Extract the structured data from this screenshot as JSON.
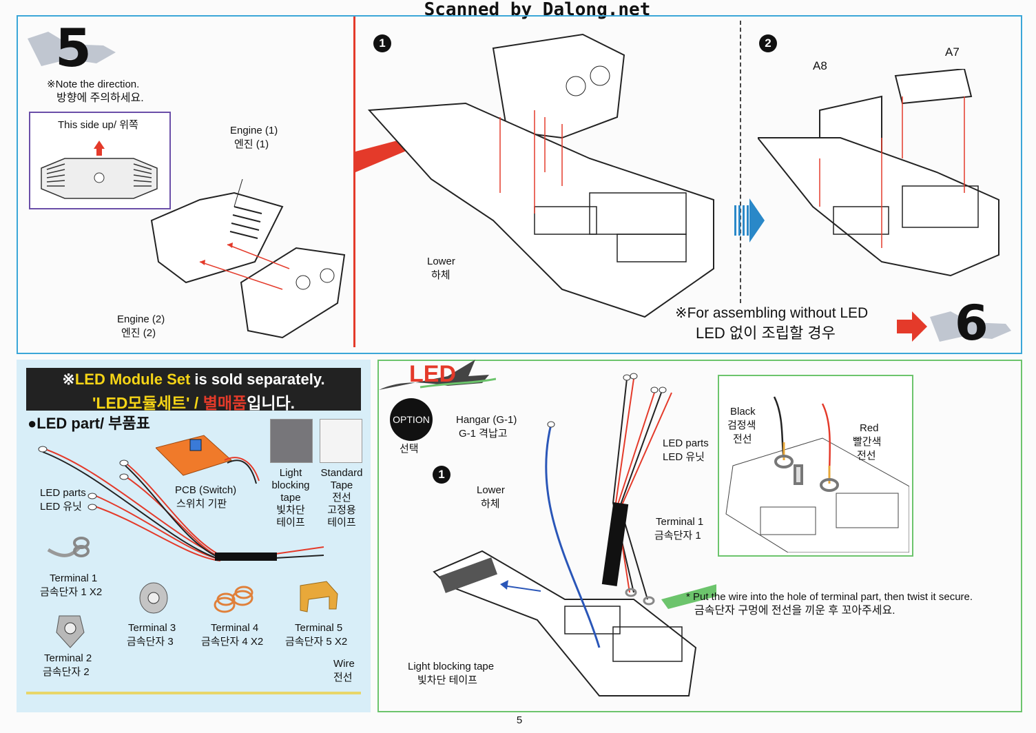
{
  "header": {
    "scan_credit": "Scanned by Dalong.net"
  },
  "step5": {
    "number": "5",
    "note_en": "※Note the direction.",
    "note_ko": "방향에 주의하세요.",
    "side_up_label": "This side up/ 위쪽",
    "engine1_en": "Engine (1)",
    "engine1_ko": "엔진 (1)",
    "engine2_en": "Engine (2)",
    "engine2_ko": "엔진 (2)"
  },
  "substep1": {
    "marker": "1",
    "lower_en": "Lower",
    "lower_ko": "하체"
  },
  "substep2": {
    "marker": "2",
    "part_a8": "A8",
    "part_a7": "A7",
    "no_led_en": "※For assembling without LED",
    "no_led_ko": "LED 없이 조립할 경우",
    "next_step": "6"
  },
  "parts": {
    "banner_prefix": "※",
    "banner_highlight": "LED Module Set",
    "banner_rest": " is sold separately.",
    "banner_ko_highlight": "'LED모듈세트'",
    "banner_ko_sep": " / ",
    "banner_ko_red": "별매품",
    "banner_ko_rest": "입니다.",
    "list_title": "●LED part/ 부품표",
    "led_parts_en": "LED parts",
    "led_parts_ko": "LED 유닛",
    "pcb_en": "PCB (Switch)",
    "pcb_ko": "스위치 기판",
    "light_tape_en1": "Light",
    "light_tape_en2": "blocking",
    "light_tape_en3": "tape",
    "light_tape_ko1": "빛차단",
    "light_tape_ko2": "테이프",
    "std_tape_en1": "Standard",
    "std_tape_en2": "Tape",
    "std_tape_ko1": "전선",
    "std_tape_ko2": "고정용",
    "std_tape_ko3": "테이프",
    "terminal1_en": "Terminal 1",
    "terminal1_ko": "금속단자 1 X2",
    "terminal2_en": "Terminal 2",
    "terminal2_ko": "금속단자 2",
    "terminal3_en": "Terminal 3",
    "terminal3_ko": "금속단자 3",
    "terminal4_en": "Terminal 4",
    "terminal4_ko": "금속단자 4 X2",
    "terminal5_en": "Terminal 5",
    "terminal5_ko": "금속단자 5 X2",
    "wire_en": "Wire",
    "wire_ko": "전선"
  },
  "led_section": {
    "logo": "LED",
    "option_en": "OPTION",
    "option_ko": "선택",
    "marker": "1",
    "hangar_en": "Hangar (G-1)",
    "hangar_ko": "G-1 격납고",
    "led_parts_en": "LED parts",
    "led_parts_ko": "LED 유닛",
    "lower_en": "Lower",
    "lower_ko": "하체",
    "terminal1_en": "Terminal 1",
    "terminal1_ko": "금속단자 1",
    "black_en": "Black",
    "black_ko1": "검정색",
    "black_ko2": "전선",
    "red_en": "Red",
    "red_ko1": "빨간색",
    "red_ko2": "전선",
    "twist_en": "* Put the wire into the hole of terminal part, then twist it secure.",
    "twist_ko": "금속단자 구멍에 전선을 끼운 후 꼬아주세요.",
    "light_tape_en": "Light blocking tape",
    "light_tape_ko": "빛차단 테이프"
  },
  "footer": {
    "page_number": "5"
  },
  "colors": {
    "accent_blue": "#3aa6d8",
    "accent_green": "#6cc46c",
    "accent_red": "#e43a2a",
    "banner_yellow": "#f5d416",
    "panel_blue": "#d8eef8",
    "frame_purple": "#6a4ea8"
  }
}
